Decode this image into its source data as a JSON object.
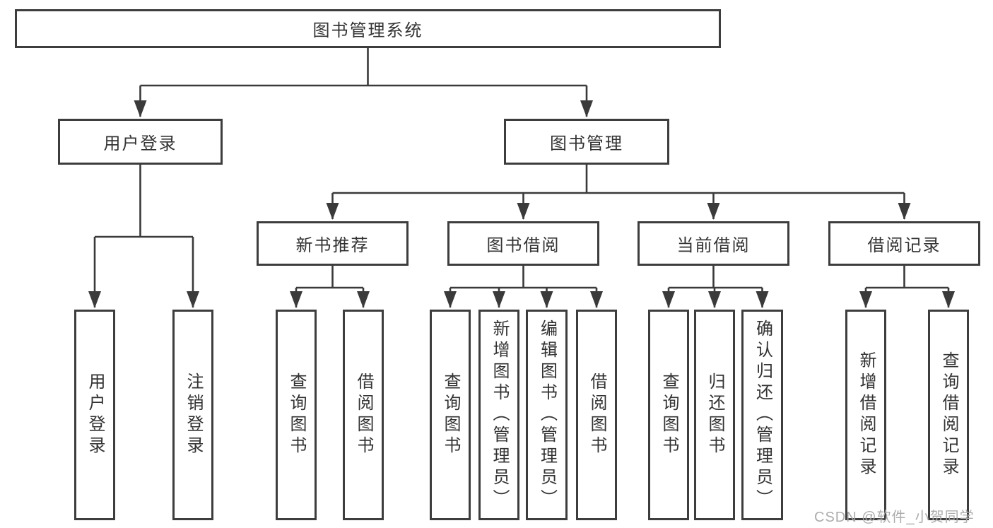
{
  "tree": {
    "root": {
      "label": "图书管理系统"
    },
    "branches": [
      {
        "label": "用户登录",
        "leaves": [
          {
            "label": "用户登录"
          },
          {
            "label": "注销登录"
          }
        ]
      },
      {
        "label": "图书管理",
        "groups": [
          {
            "label": "新书推荐",
            "leaves": [
              {
                "label": "查询图书"
              },
              {
                "label": "借阅图书"
              }
            ]
          },
          {
            "label": "图书借阅",
            "leaves": [
              {
                "label": "查询图书"
              },
              {
                "label": "新增图书（管理员）"
              },
              {
                "label": "编辑图书（管理员）"
              },
              {
                "label": "借阅图书"
              }
            ]
          },
          {
            "label": "当前借阅",
            "leaves": [
              {
                "label": "查询图书"
              },
              {
                "label": "归还图书"
              },
              {
                "label": "确认归还（管理员）"
              }
            ]
          },
          {
            "label": "借阅记录",
            "leaves": [
              {
                "label": "新增借阅记录"
              },
              {
                "label": "查询借阅记录"
              }
            ]
          }
        ]
      }
    ]
  },
  "watermark": {
    "text": "CSDN @软件_小贺同学"
  },
  "colors": {
    "line": "#3a3a3a",
    "box_border": "#3d3d3d",
    "text": "#333333",
    "watermark": "#a8a8a8",
    "background": "#ffffff"
  }
}
